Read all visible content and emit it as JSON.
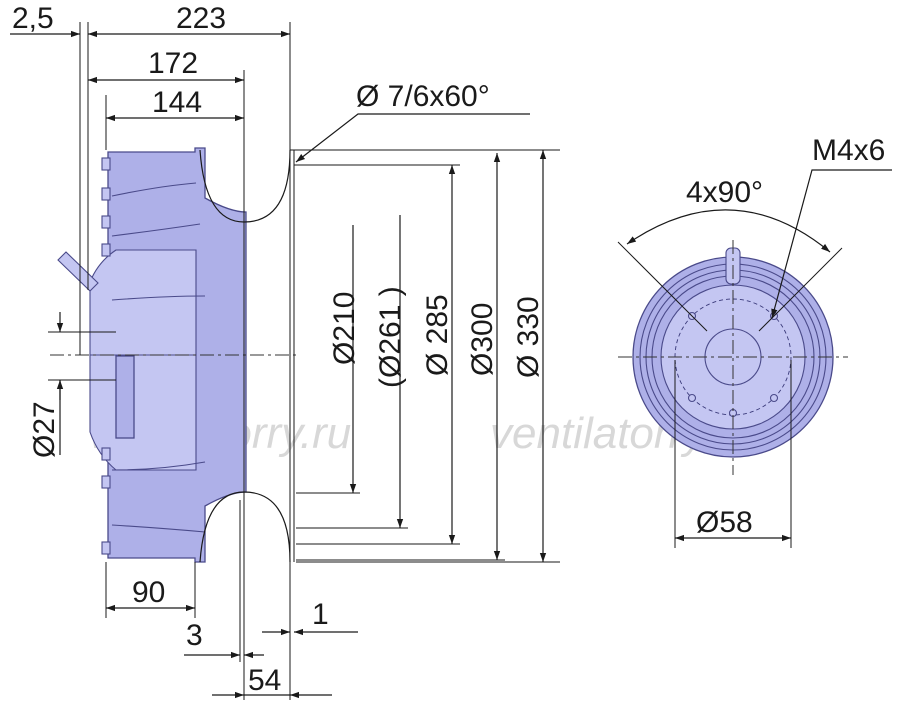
{
  "watermarks": [
    "ventilatorry.ru",
    "ventilatorry.ru"
  ],
  "side_view": {
    "top_dims": {
      "d2_5": "2,5",
      "d223": "223",
      "d172": "172",
      "d144": "144"
    },
    "holes_note": "Ø 7/6x60°",
    "diameters": {
      "d210": "Ø210",
      "d261": "(Ø261 )",
      "d285": "Ø 285",
      "d300": "Ø300",
      "d330": "Ø 330"
    },
    "hub_dia": "Ø27",
    "bottom_dims": {
      "d90": "90",
      "d3": "3",
      "d1": "1",
      "d54": "54"
    }
  },
  "front_view": {
    "thread": "M4x6",
    "angle": "4x90°",
    "bolt_circle": "Ø58"
  },
  "colors": {
    "body": "#aeb0e8",
    "outline": "#4a4a8a",
    "lines": "#1a1a1a",
    "watermark": "#d8d8d8"
  }
}
